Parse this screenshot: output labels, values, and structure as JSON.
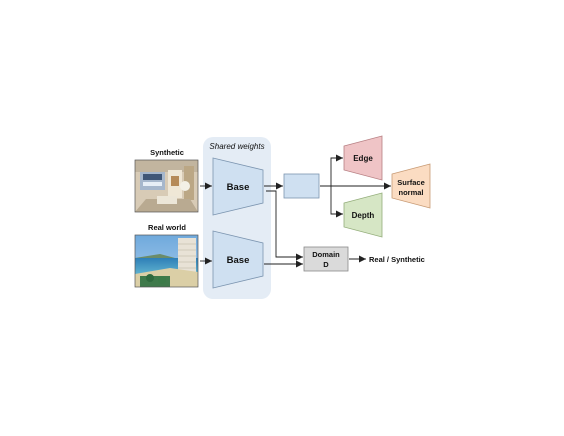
{
  "labels": {
    "synthetic": "Synthetic",
    "real_world": "Real world",
    "shared_weights": "Shared weights",
    "base_top": "Base",
    "base_bottom": "Base",
    "edge": "Edge",
    "depth": "Depth",
    "surface_line1": "Surface",
    "surface_line2": "normal",
    "domain_line1": "Domain",
    "domain_line2": "D",
    "real_synthetic": "Real / Synthetic"
  },
  "colors": {
    "shared_panel": "#e4ecf5",
    "base_fill": "#cfe0f1",
    "base_stroke": "#7c95b0",
    "feature_fill": "#cfe0f1",
    "edge_fill": "#efc4c6",
    "edge_stroke": "#b77f83",
    "depth_fill": "#d6e6c5",
    "depth_stroke": "#93ad7a",
    "surface_fill": "#fbdcc2",
    "surface_stroke": "#c89b75",
    "domain_fill": "#dadada",
    "domain_stroke": "#8a8a8a"
  },
  "icons": {
    "synthetic_image": "synthetic-room-render-image",
    "real_image": "real-world-beach-photo-image"
  }
}
